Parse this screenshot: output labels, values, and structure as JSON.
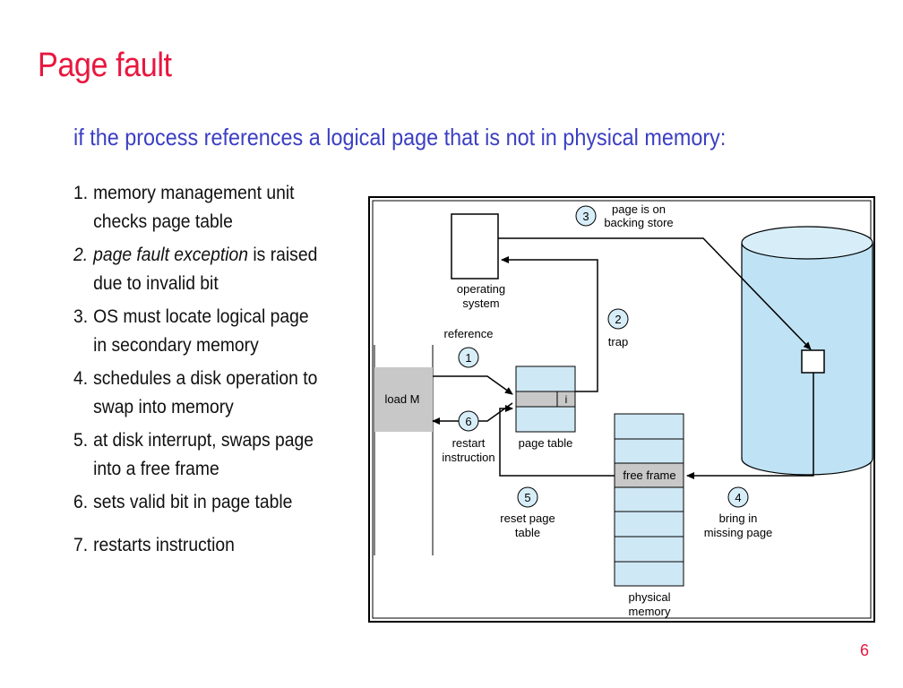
{
  "slide": {
    "title": "Page fault",
    "subtitle": "if the process references a logical page that is not in physical memory:",
    "page_number": "6"
  },
  "steps": [
    {
      "num": "1.",
      "line1": "memory management unit",
      "line2": "checks page table"
    },
    {
      "num": "2.",
      "line1_italic": "page fault exception",
      "line1_rest": " is raised",
      "line2": "due to invalid bit"
    },
    {
      "num": "3.",
      "line1": "OS must locate logical page",
      "line2": "in secondary memory"
    },
    {
      "num": "4.",
      "line1": "schedules a disk operation to",
      "line2": "swap into memory"
    },
    {
      "num": "5.",
      "line1": "at disk interrupt, swaps page",
      "line2": "into a free frame"
    },
    {
      "num": "6.",
      "line1": "sets valid bit in page table",
      "line2": ""
    },
    {
      "num": "7.",
      "line1": "restarts instruction",
      "line2": ""
    }
  ],
  "diagram": {
    "os_label_1": "operating",
    "os_label_2": "system",
    "backing_1": "page is on",
    "backing_2": "backing store",
    "trap": "trap",
    "reference": "reference",
    "load": "load M",
    "page_table": "page table",
    "invalid_bit": "i",
    "restart_1": "restart",
    "restart_2": "instruction",
    "free_frame": "free frame",
    "reset_1": "reset page",
    "reset_2": "table",
    "bring_1": "bring in",
    "bring_2": "missing page",
    "phys_1": "physical",
    "phys_2": "memory",
    "circle_labels": [
      "1",
      "2",
      "3",
      "4",
      "5",
      "6"
    ],
    "colors": {
      "disk": "#bfe3f5",
      "load_box": "#c8c8c8",
      "table_fill": "#cfe8f5",
      "row_fill": "#c8c8c8"
    }
  }
}
